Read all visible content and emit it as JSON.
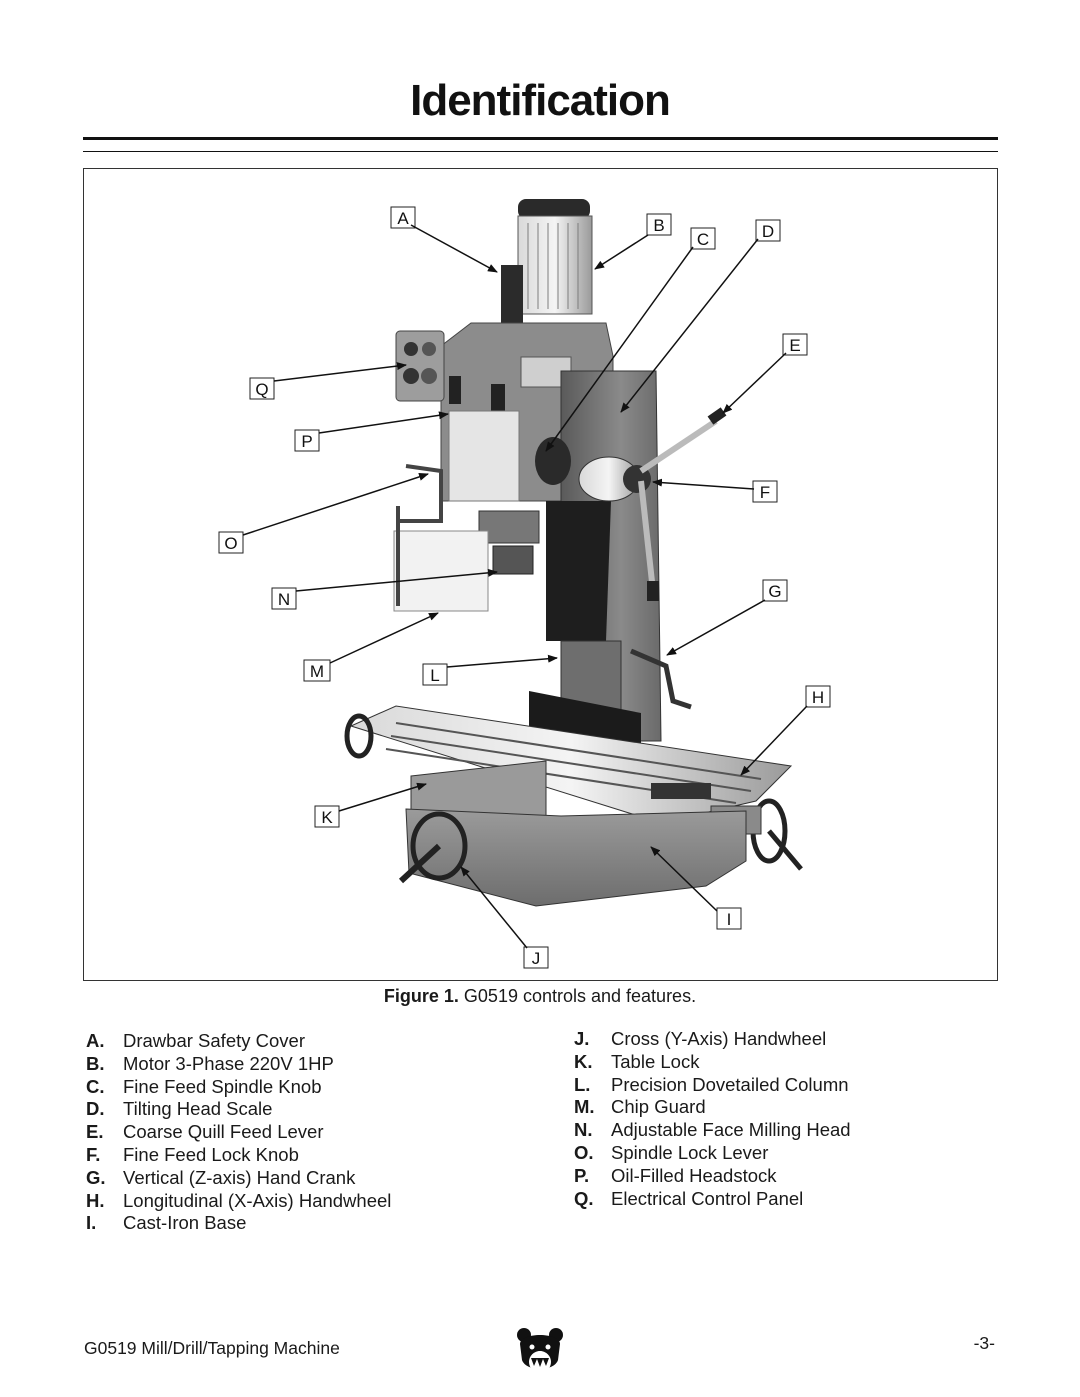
{
  "page": {
    "title": "Identification",
    "figure_caption_bold": "Figure 1.",
    "figure_caption_text": " G0519 controls and features.",
    "footer_left": "G0519 Mill/Drill/Tapping Machine",
    "footer_right": "-3-",
    "logo_icon": "grizzly-bear-logo-icon"
  },
  "callouts": [
    "A",
    "B",
    "C",
    "D",
    "E",
    "F",
    "G",
    "H",
    "I",
    "J",
    "K",
    "L",
    "M",
    "N",
    "O",
    "P",
    "Q"
  ],
  "features_left": [
    {
      "letter": "A.",
      "text": "Drawbar Safety Cover"
    },
    {
      "letter": "B.",
      "text": "Motor 3-Phase 220V 1HP"
    },
    {
      "letter": "C.",
      "text": "Fine Feed Spindle Knob"
    },
    {
      "letter": "D.",
      "text": "Tilting Head Scale"
    },
    {
      "letter": "E.",
      "text": "Coarse Quill Feed Lever"
    },
    {
      "letter": "F.",
      "text": "Fine Feed Lock Knob"
    },
    {
      "letter": "G.",
      "text": "Vertical (Z-axis) Hand Crank"
    },
    {
      "letter": "H.",
      "text": "Longitudinal (X-Axis) Handwheel"
    },
    {
      "letter": "I.",
      "text": "Cast-Iron Base"
    }
  ],
  "features_right": [
    {
      "letter": "J.",
      "text": "Cross (Y-Axis) Handwheel"
    },
    {
      "letter": "K.",
      "text": "Table Lock"
    },
    {
      "letter": "L.",
      "text": "Precision Dovetailed Column"
    },
    {
      "letter": "M.",
      "text": "Chip Guard"
    },
    {
      "letter": "N.",
      "text": "Adjustable Face Milling Head"
    },
    {
      "letter": "O.",
      "text": "Spindle Lock Lever"
    },
    {
      "letter": "P.",
      "text": "Oil-Filled Headstock"
    },
    {
      "letter": "Q.",
      "text": "Electrical Control Panel"
    }
  ]
}
